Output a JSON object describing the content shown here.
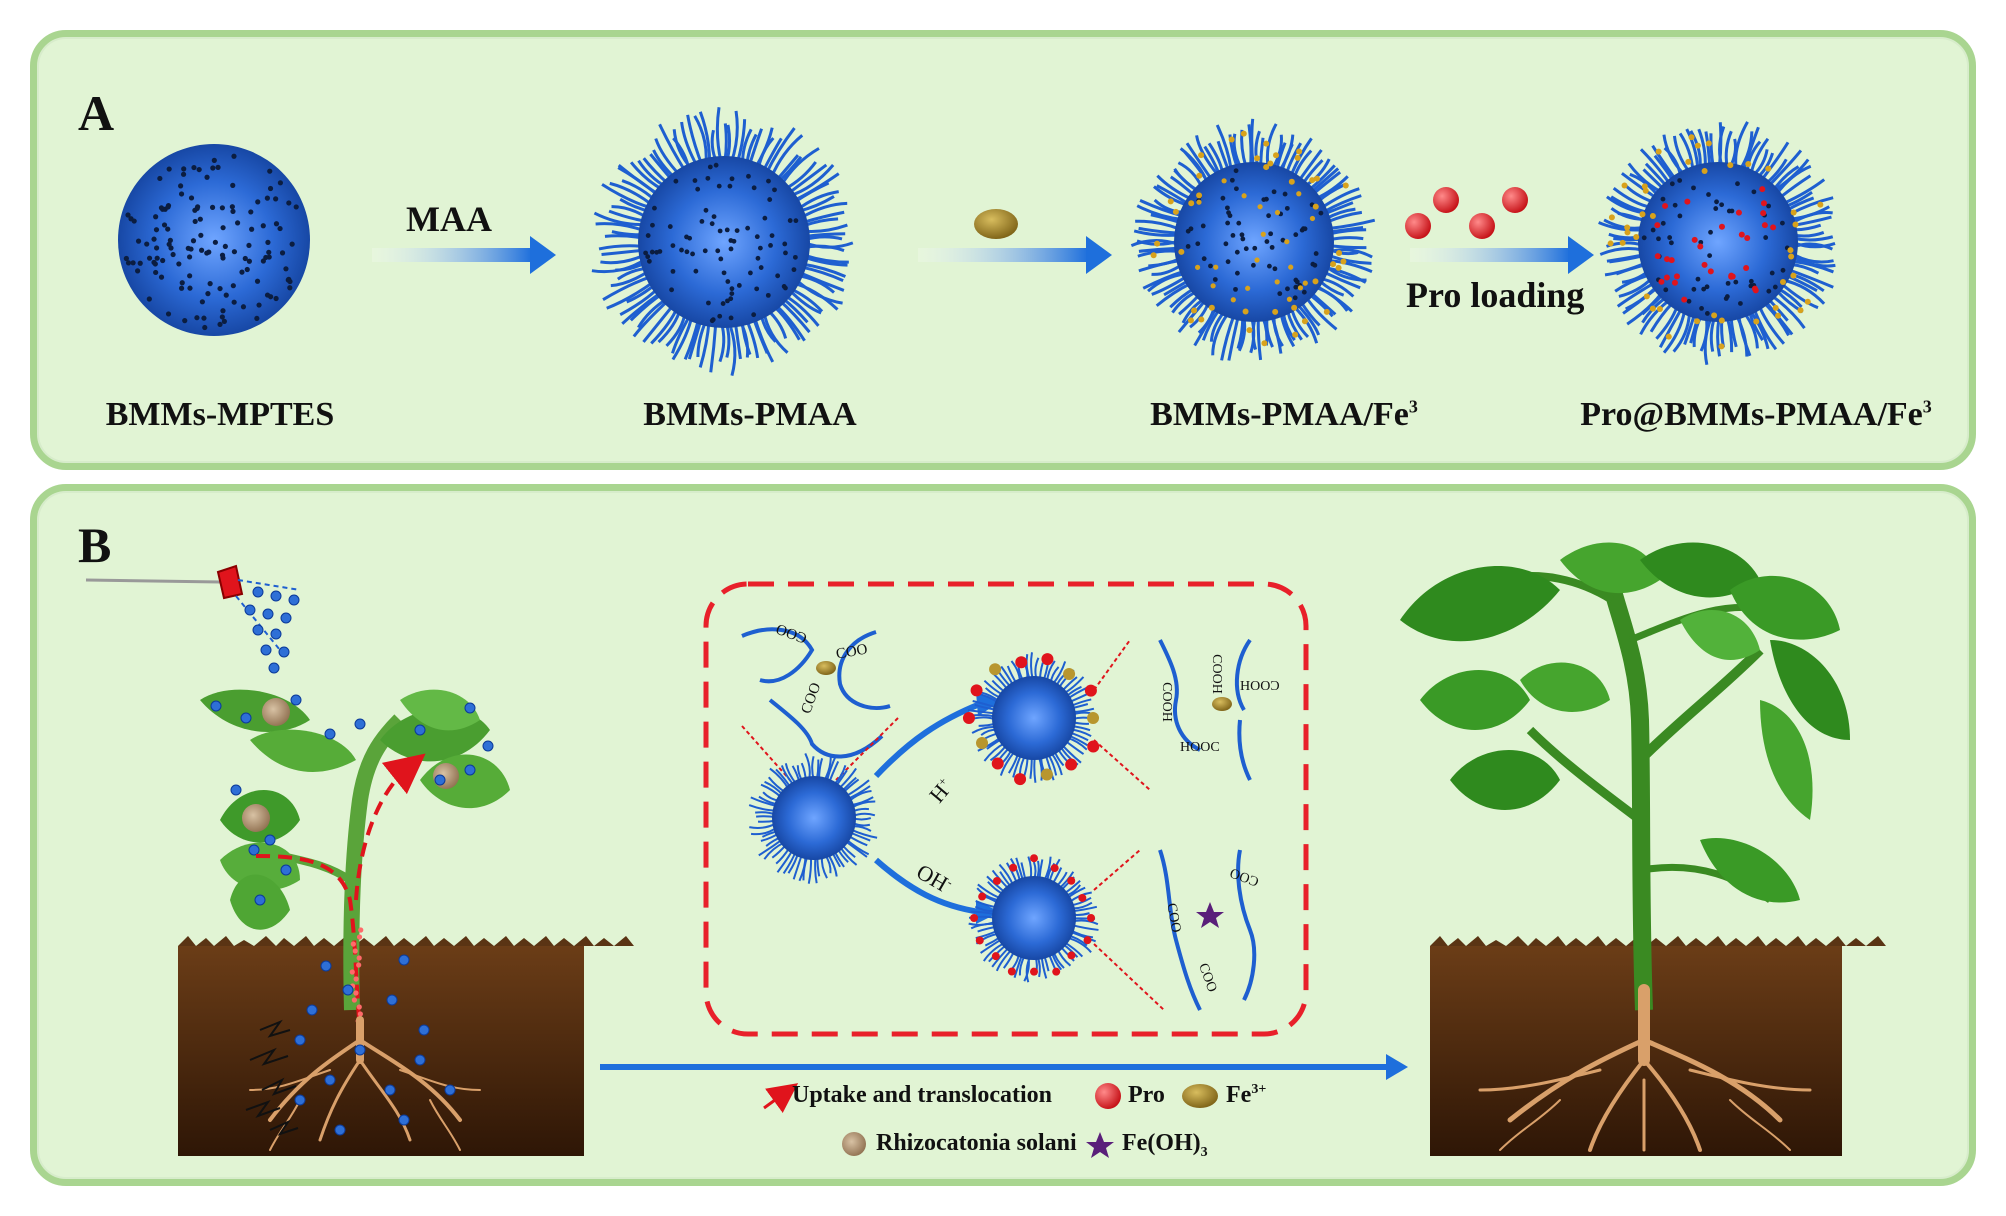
{
  "panel_a": {
    "label": "A",
    "step1_label": "MAA",
    "step3_label": "Pro loading",
    "captions": {
      "c1": "BMMs-MPTES",
      "c2": "BMMs-PMAA",
      "c3_main": "BMMs-PMAA/Fe",
      "c3_sup": "3",
      "c4_main": "Pro@BMMs-PMAA/Fe",
      "c4_sup": "3"
    }
  },
  "panel_b": {
    "label": "B",
    "inset": {
      "coo_top": "COO",
      "coo_mid": "COO",
      "coo_left": "COO",
      "h_label": "H",
      "h_sup": "+",
      "oh_label": "OH",
      "oh_sup": "-",
      "cooh_1": "COOH",
      "cooh_2": "COOH",
      "cooh_3": "HOOC",
      "cooh_4": "COOH",
      "coo_b1": "COO",
      "coo_b2": "COO",
      "coo_b3": "COO"
    },
    "legend": {
      "uptake": "Uptake and translocation",
      "pro": "Pro",
      "fe_main": "Fe",
      "fe_sup": "3+",
      "rhizo": "Rhizocatonia solani",
      "feoh_main": "Fe(OH)",
      "feoh_sub": "3"
    }
  },
  "colors": {
    "panel_bg": "#e1f4d4",
    "panel_border": "#a9d590",
    "sphere_blue": "#2e6fd6",
    "arrow_blue": "#1e6fdc",
    "pro_red": "#e0141c",
    "fe_gold": "#a98a2c",
    "leaf_green": "#3f9a2a",
    "soil_brown": "#4a2a12",
    "root_tan": "#d9a06a",
    "inset_border": "#e8202a",
    "fe_oh_purple": "#5a1f7a"
  }
}
